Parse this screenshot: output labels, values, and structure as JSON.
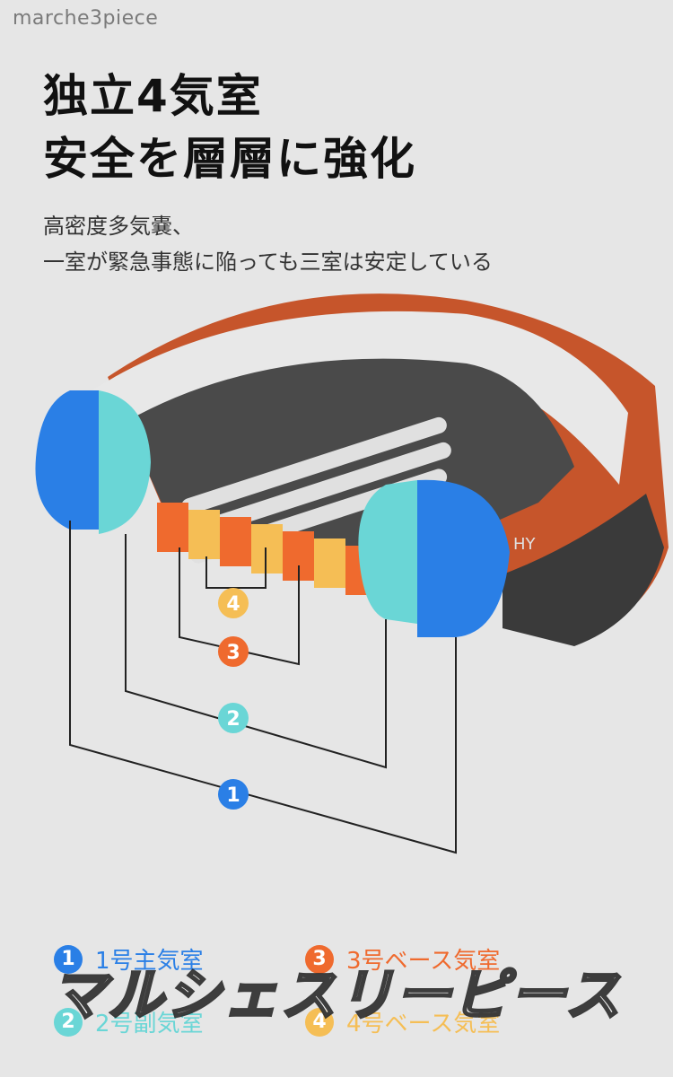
{
  "watermark": "marche3piece",
  "title": {
    "line1": "独立4気室",
    "line2": "安全を層層に強化"
  },
  "subtitle": {
    "line1": "高密度多気嚢、",
    "line2": "一室が緊急事態に陥っても三室は安定している"
  },
  "boat_hull_text": "HY",
  "chambers": [
    {
      "number": "1",
      "label": "1号主気室",
      "color": "#2a7fe6"
    },
    {
      "number": "2",
      "label": "2号副気室",
      "color": "#6ad6d6"
    },
    {
      "number": "3",
      "label": "3号ベース気室",
      "color": "#ef6a2e"
    },
    {
      "number": "4",
      "label": "4号ベース気室",
      "color": "#f5be55"
    }
  ],
  "stamp_text": "マルシェスリーピース"
}
